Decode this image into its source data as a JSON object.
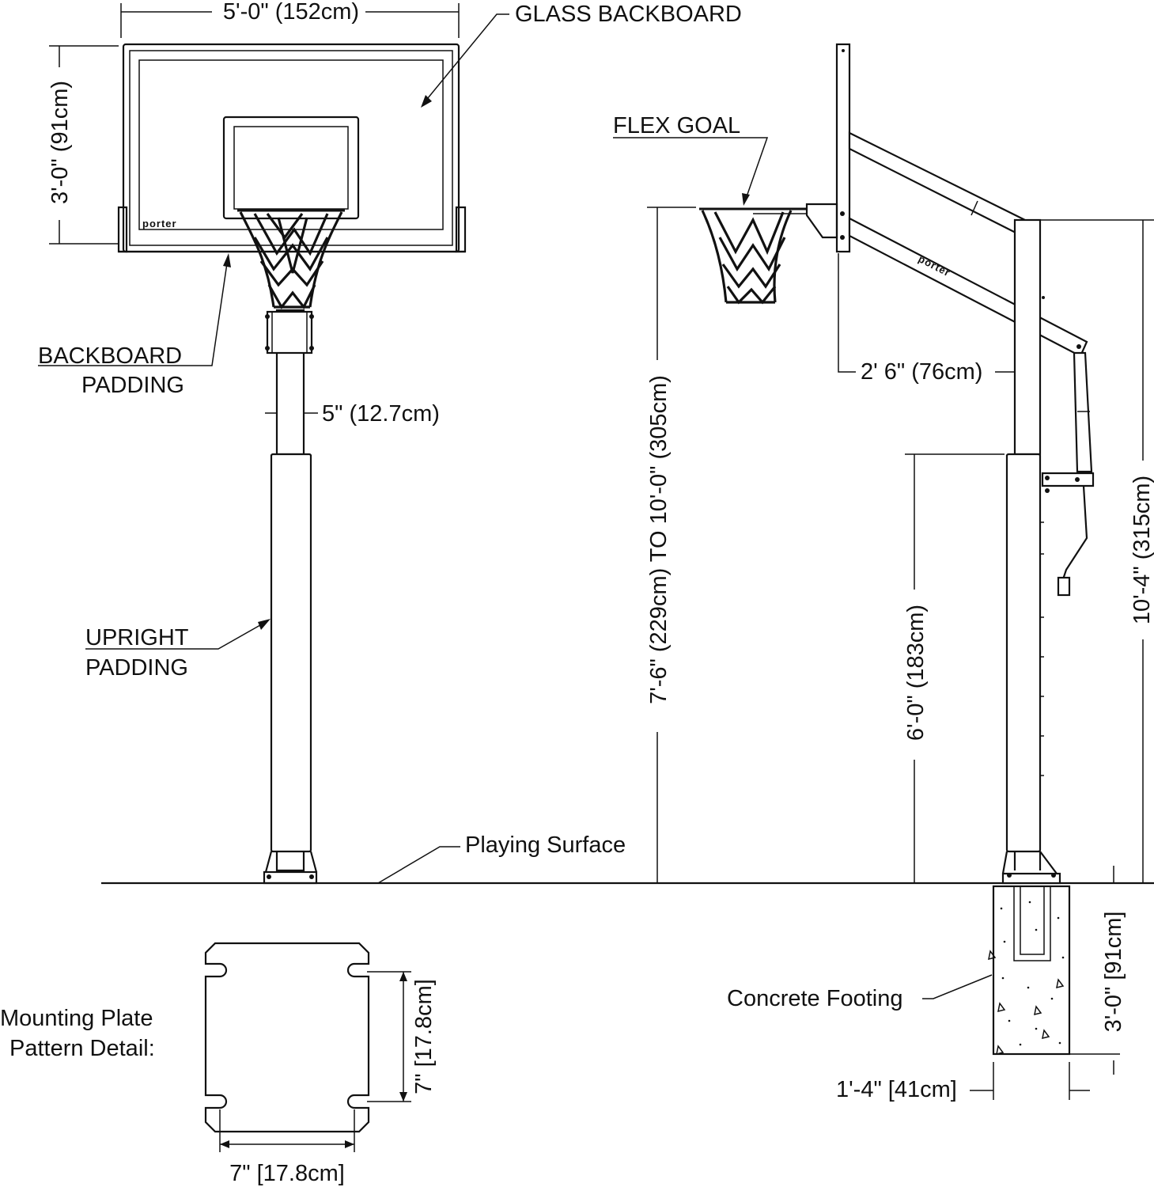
{
  "brand_logo_text": "porter",
  "labels": {
    "backboard_width": "5'-0\" (152cm)",
    "backboard_height": "3'-0\" (91cm)",
    "glass_backboard": "GLASS BACKBOARD",
    "backboard_padding_line1": "BACKBOARD",
    "backboard_padding_line2": "PADDING",
    "pole_width": "5\" (12.7cm)",
    "upright_padding_line1": "UPRIGHT",
    "upright_padding_line2": "PADDING",
    "playing_surface": "Playing Surface",
    "flex_goal": "FLEX GOAL",
    "rim_height_range": "7'-6\" (229cm) TO 10'-0\" (305cm)",
    "overhang": "2' 6\" (76cm)",
    "padding_height": "6'-0\" (183cm)",
    "overall_height": "10'-4\" (315cm)",
    "footing_depth": "3'-0\" [91cm]",
    "concrete_footing": "Concrete Footing",
    "footing_width": "1'-4\" [41cm]",
    "mounting_plate_line1": "Mounting Plate",
    "mounting_plate_line2": "Pattern Detail:",
    "plate_height": "7\" [17.8cm]",
    "plate_width": "7\" [17.8cm]"
  },
  "colors": {
    "ink": "#111111",
    "background": "#ffffff"
  }
}
